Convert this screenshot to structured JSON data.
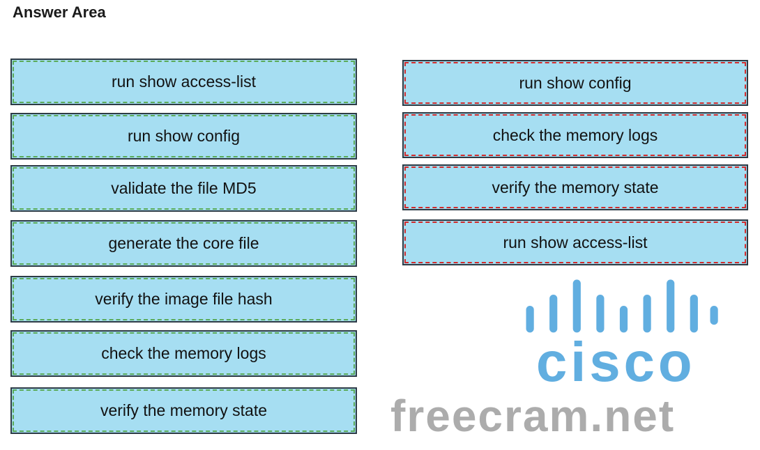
{
  "header": {
    "title": "Answer Area"
  },
  "source_items": [
    {
      "label": "run show access-list"
    },
    {
      "label": "run show config"
    },
    {
      "label": "validate the file MD5"
    },
    {
      "label": "generate the core file"
    },
    {
      "label": "verify the image file hash"
    },
    {
      "label": "check the memory logs"
    },
    {
      "label": "verify the memory state"
    }
  ],
  "answer_items": [
    {
      "label": "run show config"
    },
    {
      "label": "check the memory logs"
    },
    {
      "label": "verify the memory state"
    },
    {
      "label": "run show access-list"
    }
  ],
  "watermarks": {
    "site": "freecram.net",
    "logo": "cisco"
  },
  "colors": {
    "item_fill": "#a6def2",
    "source_dash": "#5bab59",
    "answer_dash": "#d22a2a",
    "cisco_blue": "#3a9ad9"
  }
}
